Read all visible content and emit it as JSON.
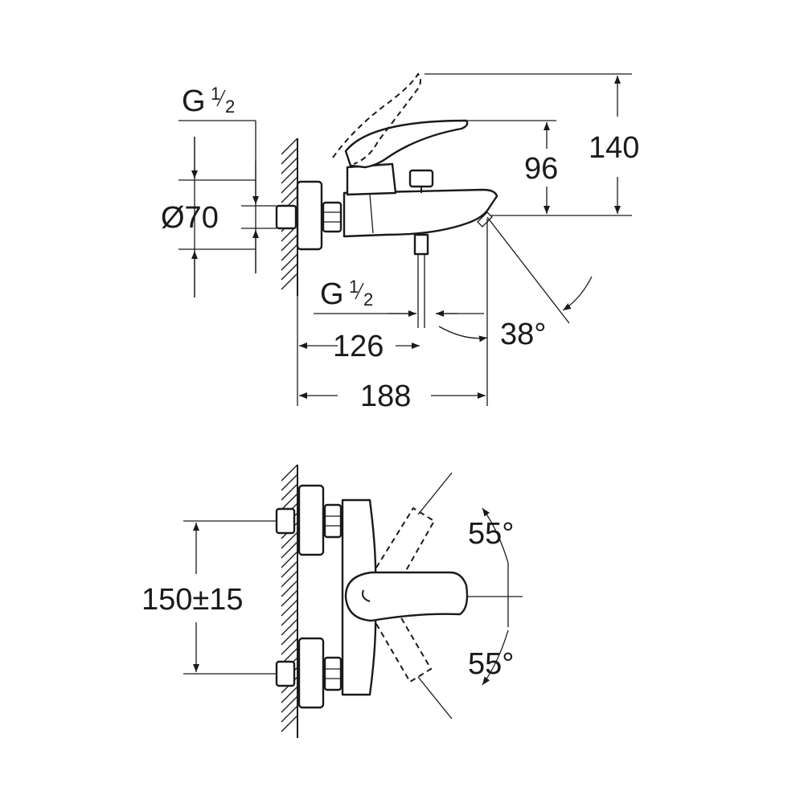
{
  "side_view": {
    "inlet_thread": {
      "main": "G",
      "num": "1",
      "den": "2"
    },
    "outlet_thread": {
      "main": "G",
      "num": "1",
      "den": "2"
    },
    "diameter": "Ø70",
    "height_total": "140",
    "height_lever": "96",
    "depth_outlet": "126",
    "depth_total": "188",
    "spout_angle": "38°"
  },
  "front_view": {
    "centres": "150±15",
    "lever_up_angle": "55°",
    "lever_down_angle": "55°"
  }
}
